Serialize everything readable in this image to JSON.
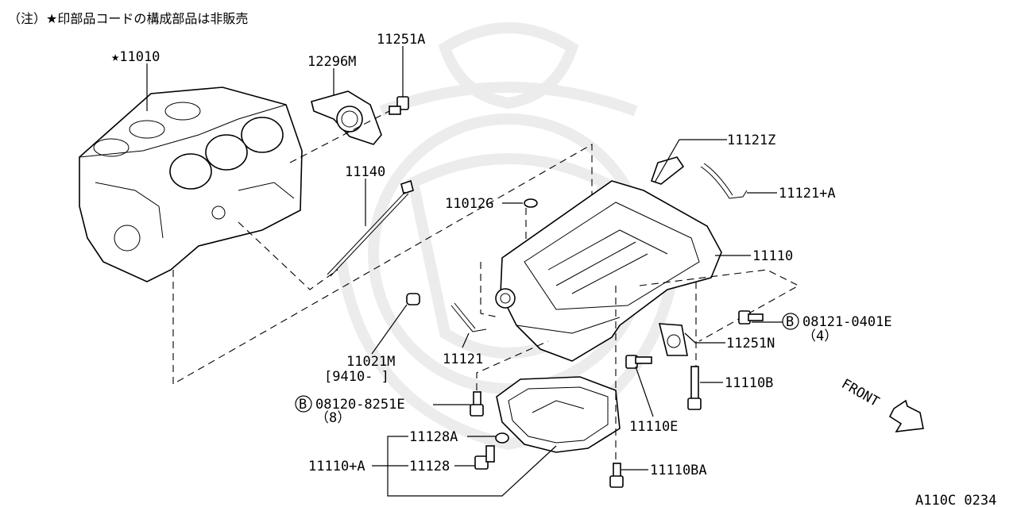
{
  "note": "（注）★印部品コードの構成部品は非販売",
  "labels": {
    "p11010": "★11010",
    "p12296M": "12296M",
    "p11251A": "11251A",
    "p11140": "11140",
    "p11121Z": "11121Z",
    "p11121A": "11121+A",
    "p11012G": "11012G",
    "p11110": "11110",
    "b08121": "08121-0401E",
    "b08121_qty": "（4）",
    "p11251N": "11251N",
    "p11021M": "11021M",
    "p11021M_range": "[9410-     ]",
    "p11121": "11121",
    "p11110B": "11110B",
    "b08120": "08120-8251E",
    "b08120_qty": "（8）",
    "p11110E": "11110E",
    "p11128A": "11128A",
    "p11110plusA": "11110+A",
    "p11128": "11128",
    "p11110BA": "11110BA",
    "front": "FRONT",
    "bolt_marker": "B",
    "code": "A110C 0234"
  }
}
